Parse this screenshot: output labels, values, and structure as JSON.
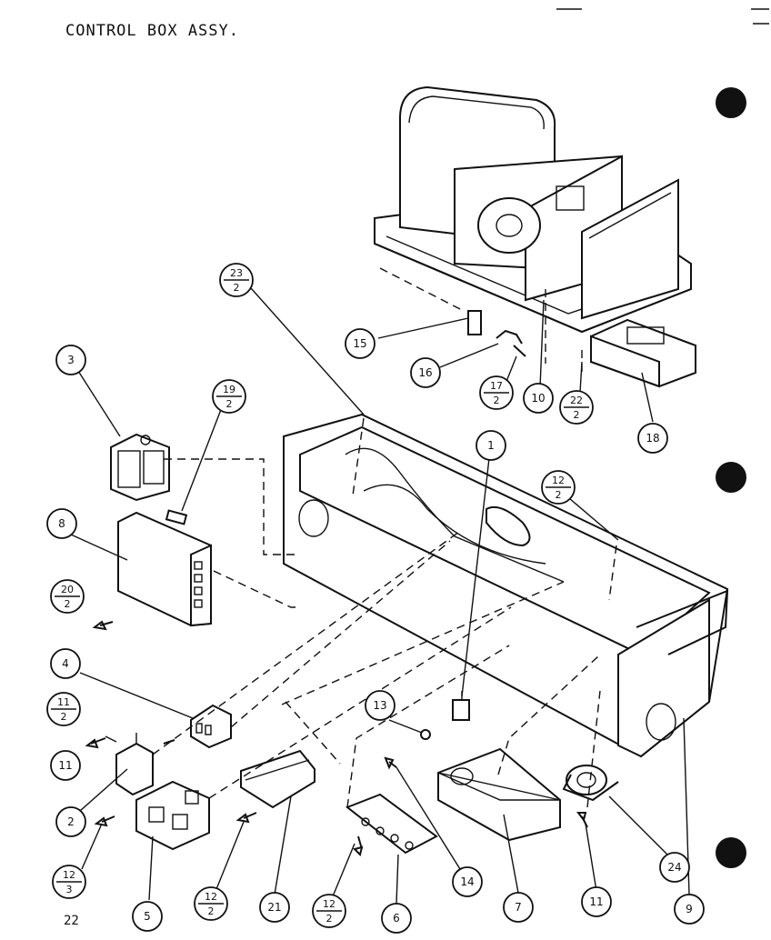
{
  "title": "CONTROL BOX ASSY.",
  "page_number": "22",
  "callouts": [
    {
      "label": "1"
    },
    {
      "label": "2"
    },
    {
      "label": "3"
    },
    {
      "label": "4"
    },
    {
      "label": "5"
    },
    {
      "label": "6"
    },
    {
      "label": "7"
    },
    {
      "label": "8"
    },
    {
      "label": "9"
    },
    {
      "label": "10"
    },
    {
      "label": "11"
    },
    {
      "label": "11"
    },
    {
      "label": "11"
    },
    {
      "label": "13"
    },
    {
      "label": "14"
    },
    {
      "label": "15"
    },
    {
      "label": "16"
    },
    {
      "label": "18"
    },
    {
      "label": "21"
    },
    {
      "label": "24"
    }
  ],
  "fraction_callouts": [
    {
      "top": "23",
      "bottom": "2"
    },
    {
      "top": "19",
      "bottom": "2"
    },
    {
      "top": "20",
      "bottom": "2"
    },
    {
      "top": "11",
      "bottom": "2"
    },
    {
      "top": "12",
      "bottom": "3"
    },
    {
      "top": "12",
      "bottom": "2"
    },
    {
      "top": "12",
      "bottom": "2"
    },
    {
      "top": "12",
      "bottom": "2"
    },
    {
      "top": "17",
      "bottom": "2"
    },
    {
      "top": "22",
      "bottom": "2"
    }
  ]
}
